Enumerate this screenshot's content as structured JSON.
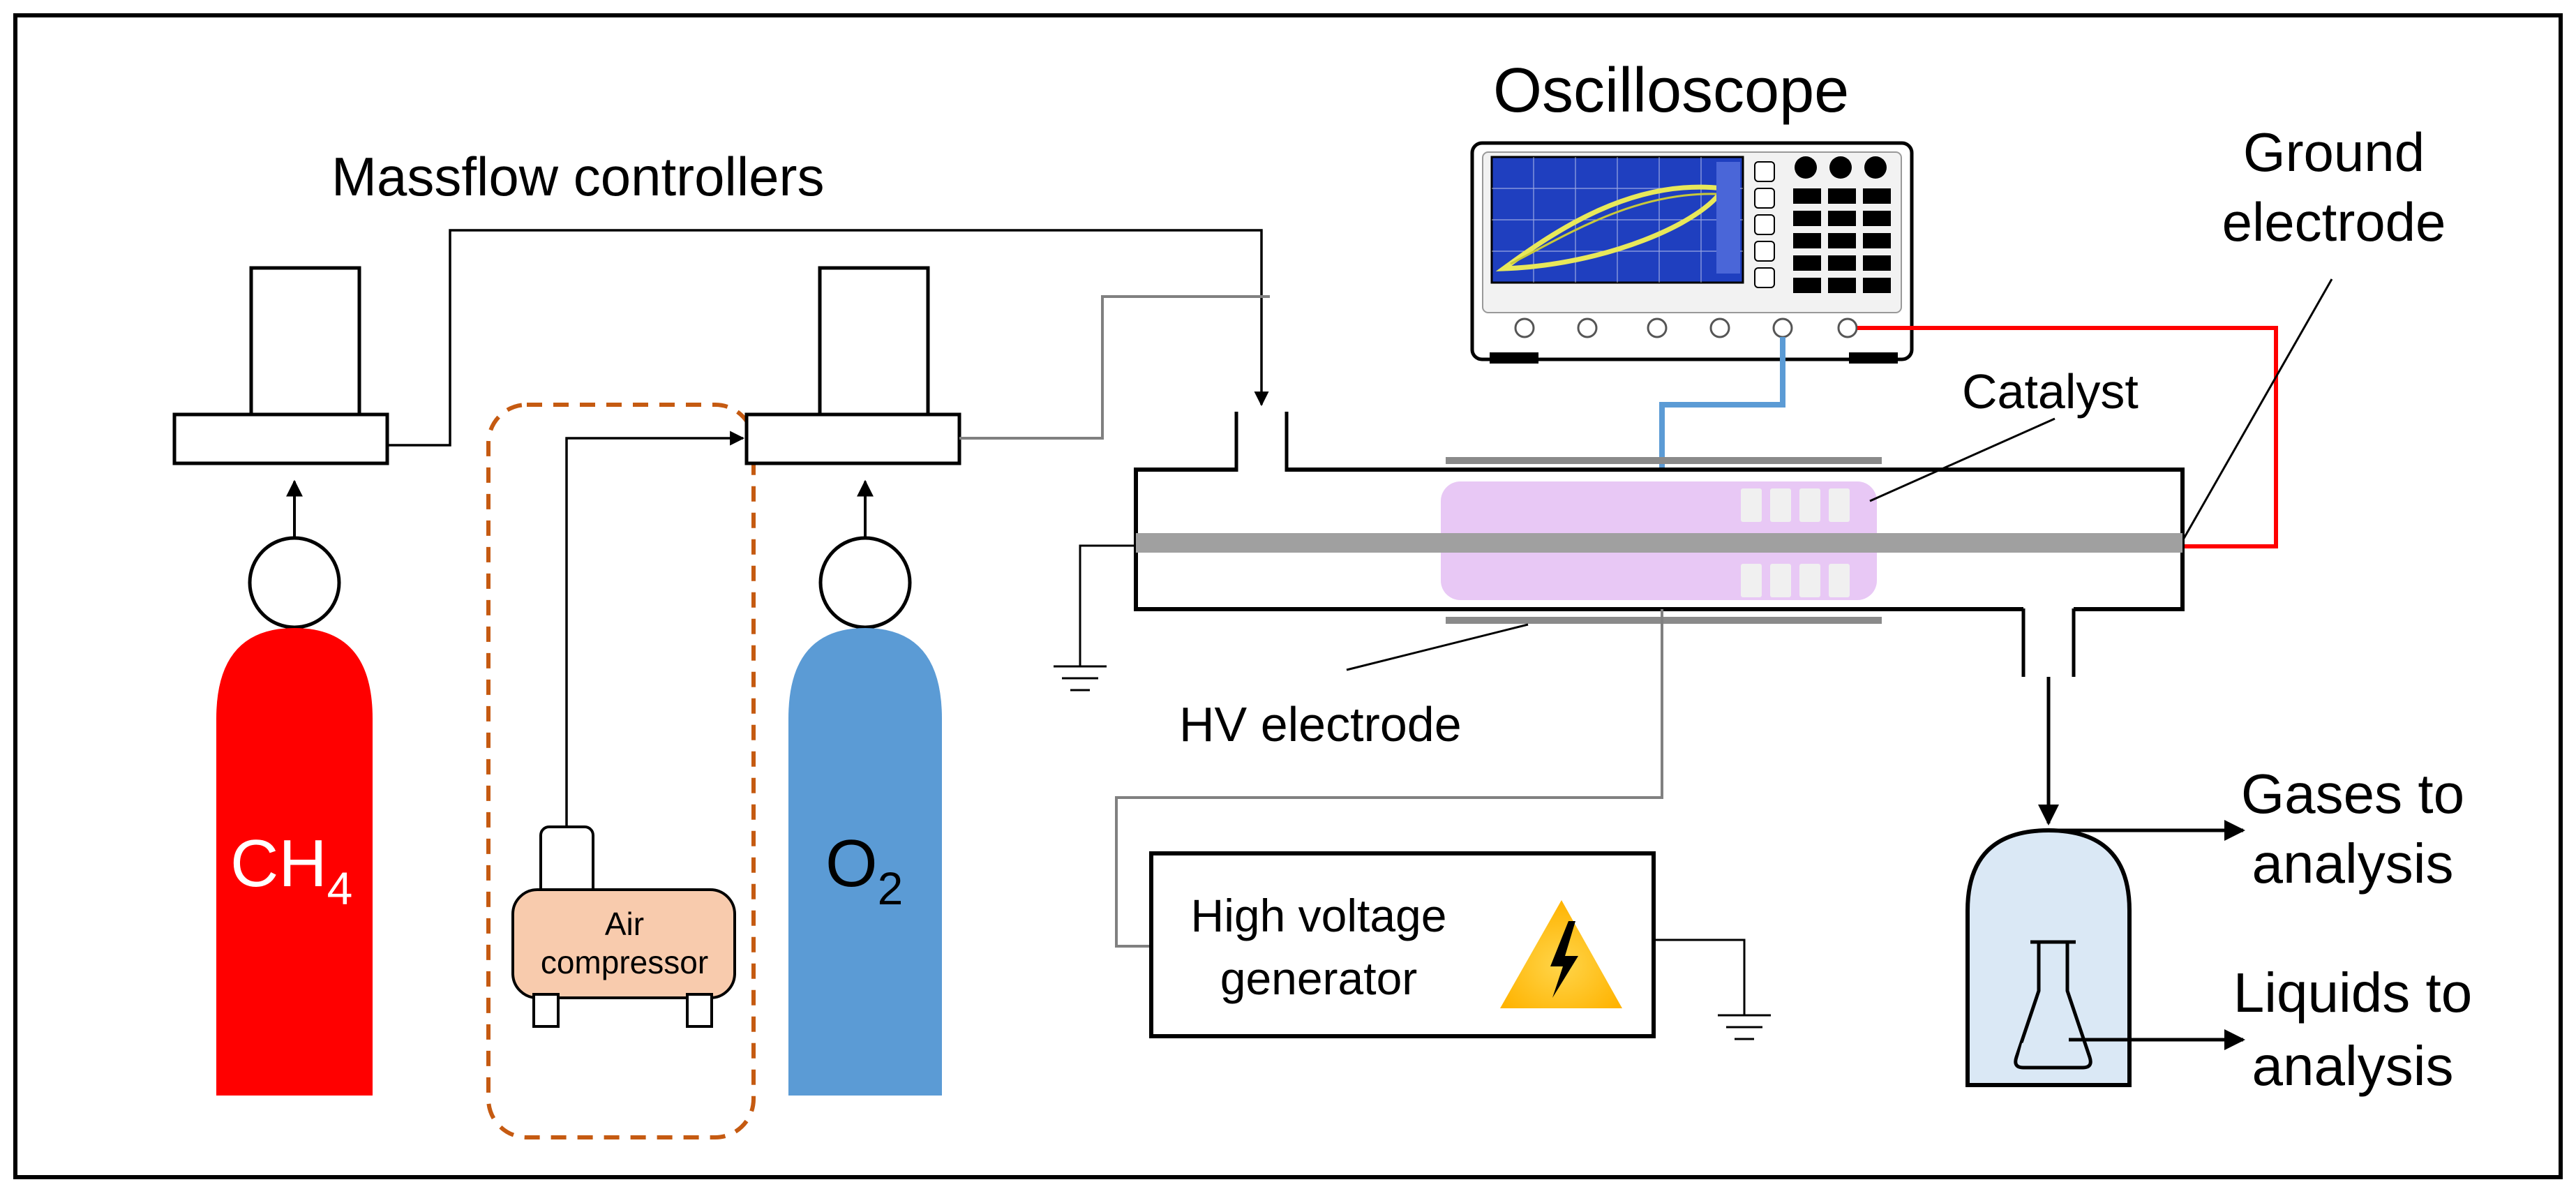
{
  "labels": {
    "massflow_controllers": "Massflow controllers",
    "oscilloscope": "Oscilloscope",
    "ground_electrode_line1": "Ground",
    "ground_electrode_line2": "electrode",
    "catalyst": "Catalyst",
    "hv_electrode": "HV electrode",
    "ch4_main": "CH",
    "ch4_sub": "4",
    "o2_main": "O",
    "o2_sub": "2",
    "air_compressor_line1": "Air",
    "air_compressor_line2": "compressor",
    "hv_generator_line1": "High voltage",
    "hv_generator_line2": "generator",
    "gases_line1": "Gases to",
    "gases_line2": "analysis",
    "liquids_line1": "Liquids to",
    "liquids_line2": "analysis"
  },
  "colors": {
    "ch4_cylinder": "#ff0000",
    "o2_cylinder": "#5b9bd5",
    "air_compressor_body": "#f8cbad",
    "compressor_dashed_outline": "#c55a11",
    "catalyst_zone": "#e8c8f5",
    "ground_wire": "#ff0000",
    "hv_probe_wire": "#5b9bd5",
    "collection_vessel": "#dae8f5",
    "lightning_warning": "#ffc000",
    "oscilloscope_screen": "#1f3fbf"
  },
  "icons": {
    "ground_symbols": [
      "ground-icon",
      "ground-icon"
    ],
    "warning": "lightning-bolt-icon",
    "flask": "erlenmeyer-flask-icon"
  }
}
